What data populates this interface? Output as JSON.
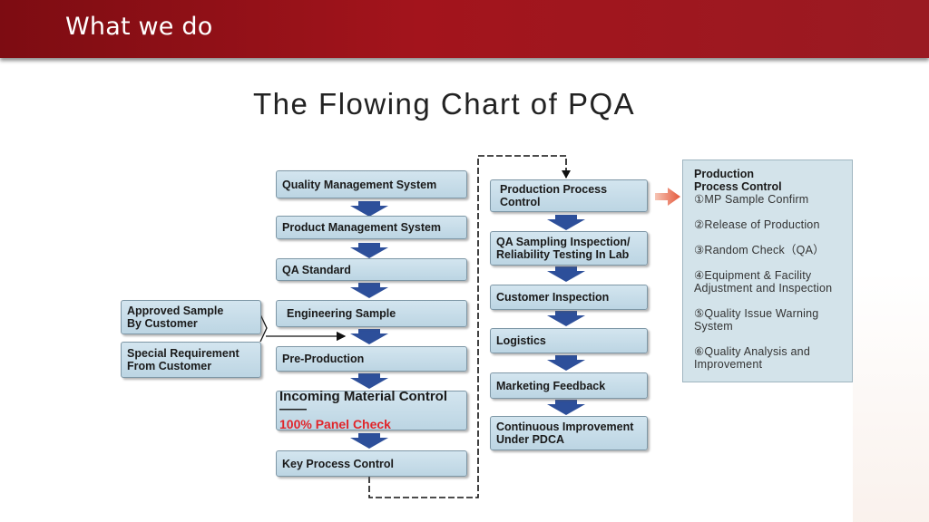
{
  "header": {
    "title": "What we do"
  },
  "chart_title": "The Flowing Chart of PQA",
  "left_column": [
    "Quality Management System",
    "Product Management System",
    "QA Standard",
    "Engineering Sample",
    "Pre-Production",
    "Incoming Material Control——",
    "Key Process Control"
  ],
  "incoming_highlight": "100% Panel Check",
  "inputs": [
    {
      "line1": "Approved Sample",
      "line2": "By Customer"
    },
    {
      "line1": "Special Requirement",
      "line2": "From Customer"
    }
  ],
  "right_column": [
    {
      "line1": "Production Process",
      "line2": "Control"
    },
    {
      "line1": "QA Sampling Inspection/",
      "line2": "Reliability Testing In Lab"
    },
    {
      "line1": "Customer Inspection",
      "line2": ""
    },
    {
      "line1": "Logistics",
      "line2": ""
    },
    {
      "line1": "Marketing Feedback",
      "line2": ""
    },
    {
      "line1": "Continuous Improvement",
      "line2": "Under PDCA"
    }
  ],
  "side_panel": {
    "heading1": "Production",
    "heading2": "Process Control",
    "items": [
      "①MP Sample Confirm",
      "②Release of Production",
      "③Random Check（QA）",
      "④Equipment & Facility Adjustment and Inspection",
      "⑤Quality Issue Warning System",
      "⑥Quality Analysis and Improvement"
    ]
  },
  "colors": {
    "header_red": "#a3141c",
    "box_fill": "#c7dde9",
    "arrow_blue": "#2d4f9a",
    "highlight_red": "#e0262b",
    "orange_arrow": "#e8664a"
  }
}
